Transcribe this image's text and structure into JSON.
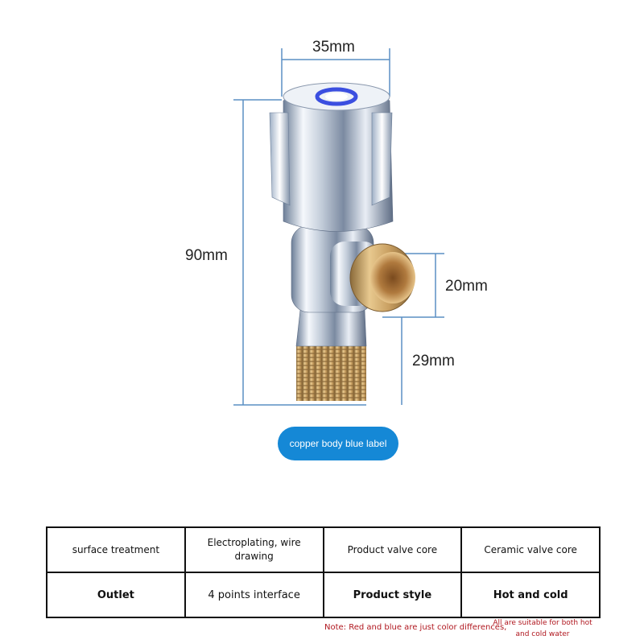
{
  "dimensions": {
    "width_label": "35mm",
    "height_label": "90mm",
    "outlet_label": "20mm",
    "thread_label": "29mm"
  },
  "badge": {
    "label": "copper body blue label"
  },
  "spec_table": {
    "rows": [
      [
        "surface treatment",
        "Electroplating, wire drawing",
        "Product valve core",
        "Ceramic valve core"
      ],
      [
        "Outlet",
        "4 points interface",
        "Product style",
        "Hot and cold"
      ]
    ]
  },
  "notes": {
    "color_note": "Note: Red and blue are just color differences,",
    "usage_note": "All are suitable for both hot and cold water"
  },
  "colors": {
    "dimension_line": "#5a8fc4",
    "badge": "#1588d6",
    "note_text": "#b0171f",
    "valve_label_ring": "#3b4fe0"
  }
}
